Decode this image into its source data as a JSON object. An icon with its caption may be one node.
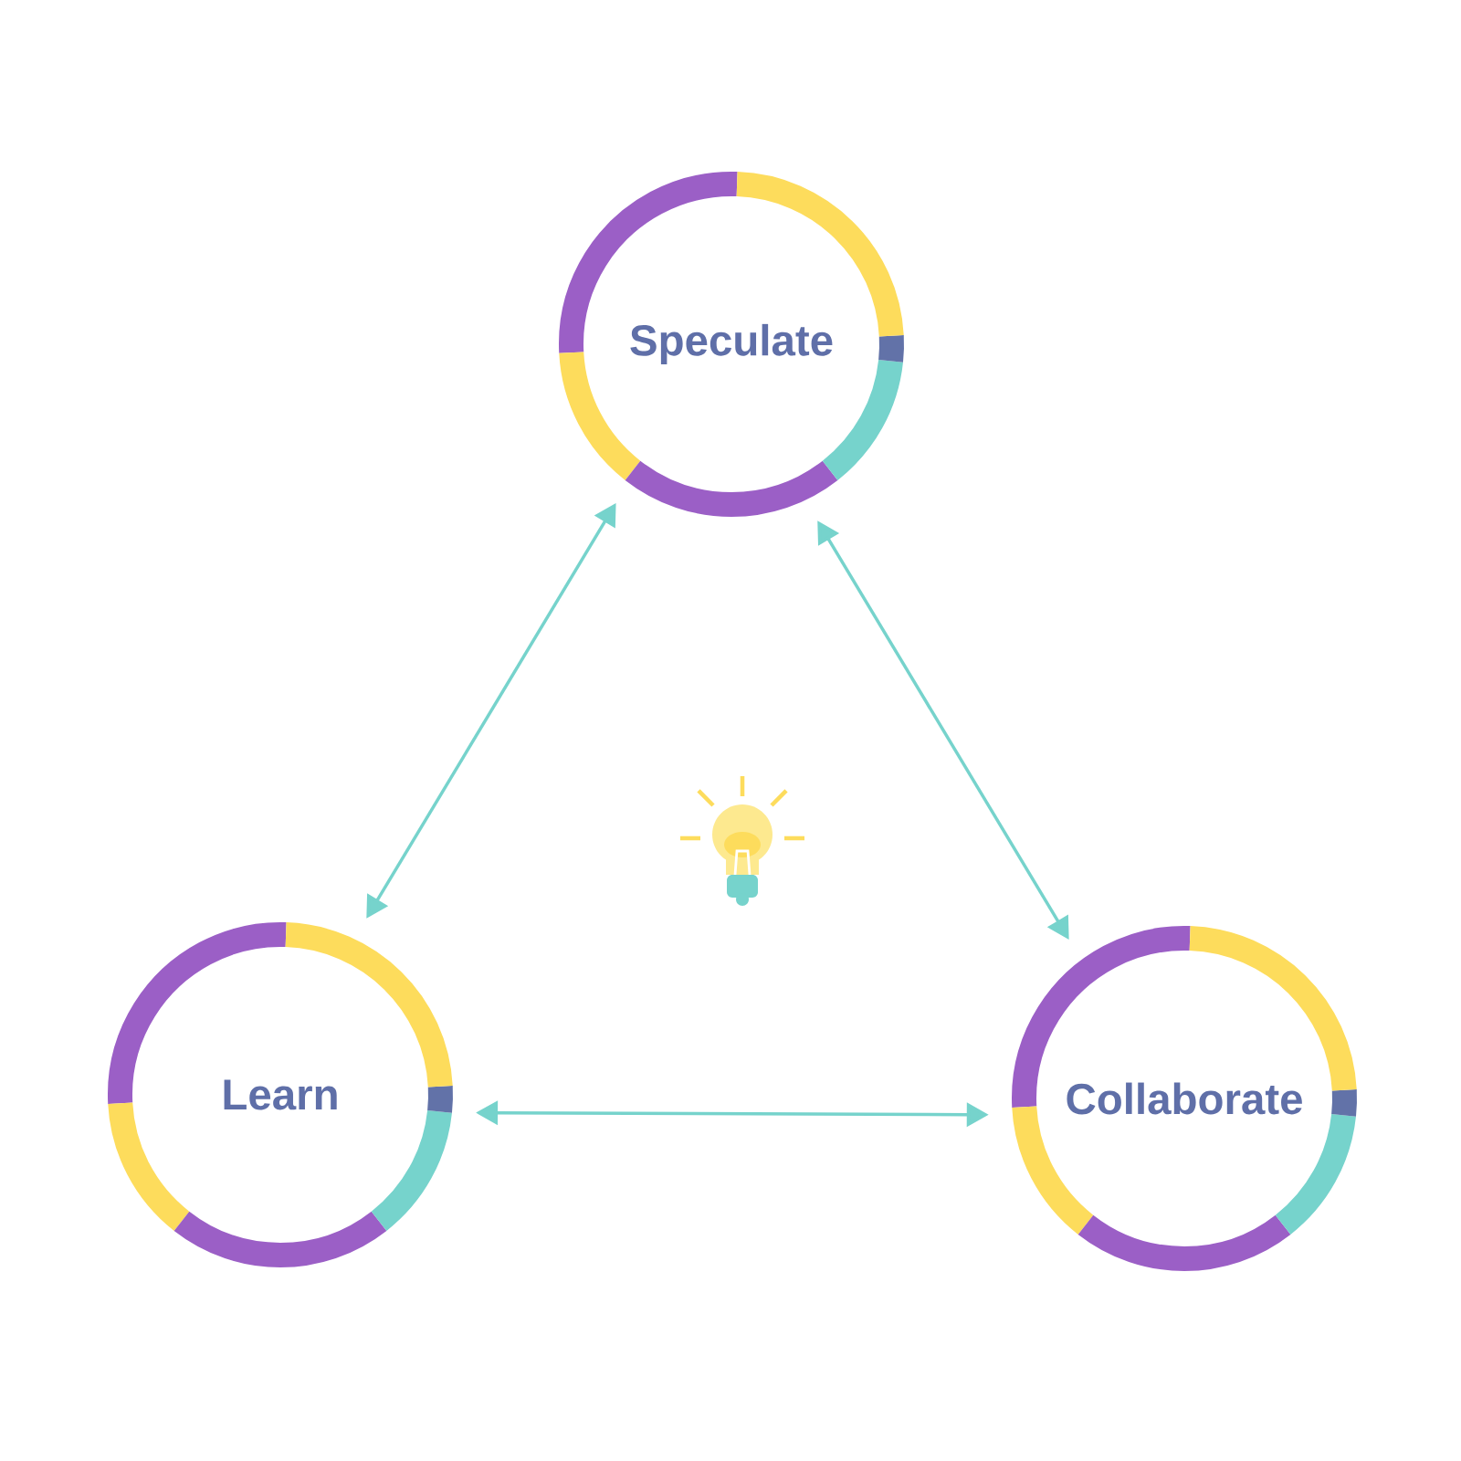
{
  "diagram": {
    "nodes": [
      {
        "text": [
          "Speculate"
        ]
      },
      {
        "text": [
          "Learn"
        ]
      },
      {
        "text": [
          "Collaborate"
        ]
      }
    ],
    "edges": [
      {
        "from": 0,
        "to": 1,
        "arrow": "both"
      },
      {
        "from": 0,
        "to": 2,
        "arrow": "both"
      },
      {
        "from": 1,
        "to": 2,
        "arrow": "both"
      }
    ]
  }
}
